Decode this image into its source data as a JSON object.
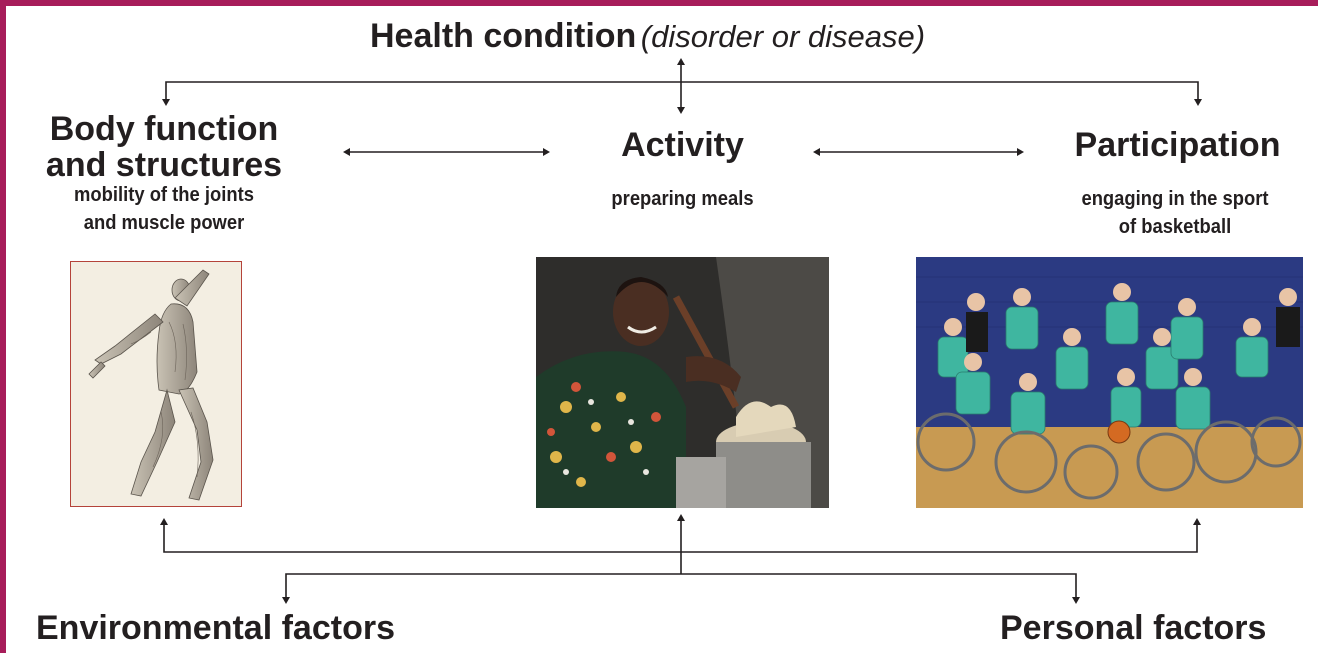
{
  "colors": {
    "frame": "#a71d5a",
    "text": "#231f20",
    "line": "#231f20"
  },
  "health": {
    "title": "Health condition",
    "subtitle": "(disorder or disease)"
  },
  "body": {
    "title_line1": "Body function",
    "title_line2": "and structures",
    "example_line1": "mobility of the joints",
    "example_line2": "and muscle power",
    "image": "anatomy-figure"
  },
  "activity": {
    "title": "Activity",
    "example": "preparing meals",
    "image": "cooking-photo"
  },
  "participation": {
    "title": "Participation",
    "example_line1": "engaging in the sport",
    "example_line2": "of basketball",
    "image": "wheelchair-basketball-photo"
  },
  "context": {
    "environmental": "Environmental factors",
    "personal": "Personal factors"
  }
}
